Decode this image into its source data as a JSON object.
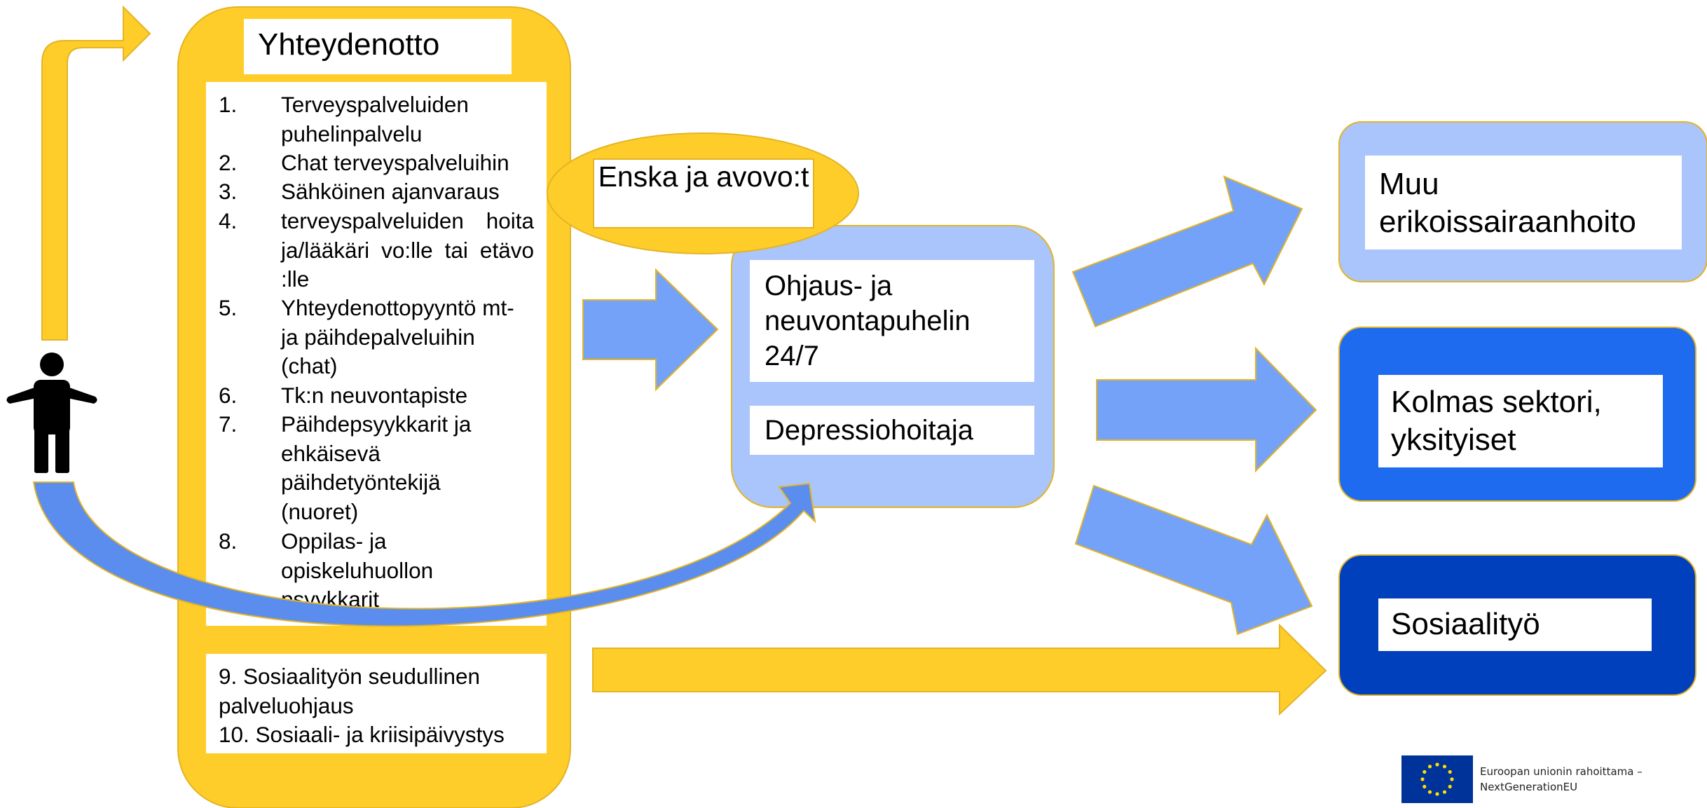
{
  "contact": {
    "title": "Yhteydenotto",
    "items": [
      {
        "num": "1.",
        "text": "Terveyspalveluiden puhelinpalvelu"
      },
      {
        "num": "2.",
        "text": "Chat terveyspalveluihin"
      },
      {
        "num": "3.",
        "text": "Sähköinen  ajanvaraus"
      },
      {
        "num": "4.",
        "text": "terveyspalveluiden  hoita ja/lääkäri  vo:lle  tai etävo :lle"
      },
      {
        "num": "5.",
        "text": "Yhteydenottopyyntö  mt- ja päihdepalveluihin (chat)"
      },
      {
        "num": "6.",
        "text": "Tk:n  neuvontapiste"
      },
      {
        "num": "7.",
        "text": "Päihdepsyykkarit  ja ehkäisevä päihdetyöntekijä (nuoret)"
      },
      {
        "num": "8.",
        "text": "Oppilas-  ja opiskeluhuollon psyykkarit"
      }
    ],
    "social_line1": "9. Sosiaalityön  seudullinen palveluohjaus",
    "social_line2": "10. Sosiaali-  ja kriisipäivystys"
  },
  "ellipse_label": "Enska ja avovo:t",
  "center": {
    "box1": "Ohjaus-  ja neuvontapuhelin 24/7",
    "box2": "Depressiohoitaja"
  },
  "targets": {
    "specialist": "Muu erikoissairaanhoito",
    "third_sector": "Kolmas sektori, yksityiset",
    "social_work": "Sosiaalityö"
  },
  "eu": {
    "line1": "Euroopan unionin rahoittama –",
    "line2": "NextGenerationEU"
  },
  "colors": {
    "yellow": "#FFCD2A",
    "yellow_border": "#E3B425",
    "light_blue": "#A9C5FB",
    "arrow_blue": "#74A2F8",
    "mid_blue": "#1F6BF0",
    "dark_blue": "#0040BD",
    "eu_blue": "#003399"
  }
}
